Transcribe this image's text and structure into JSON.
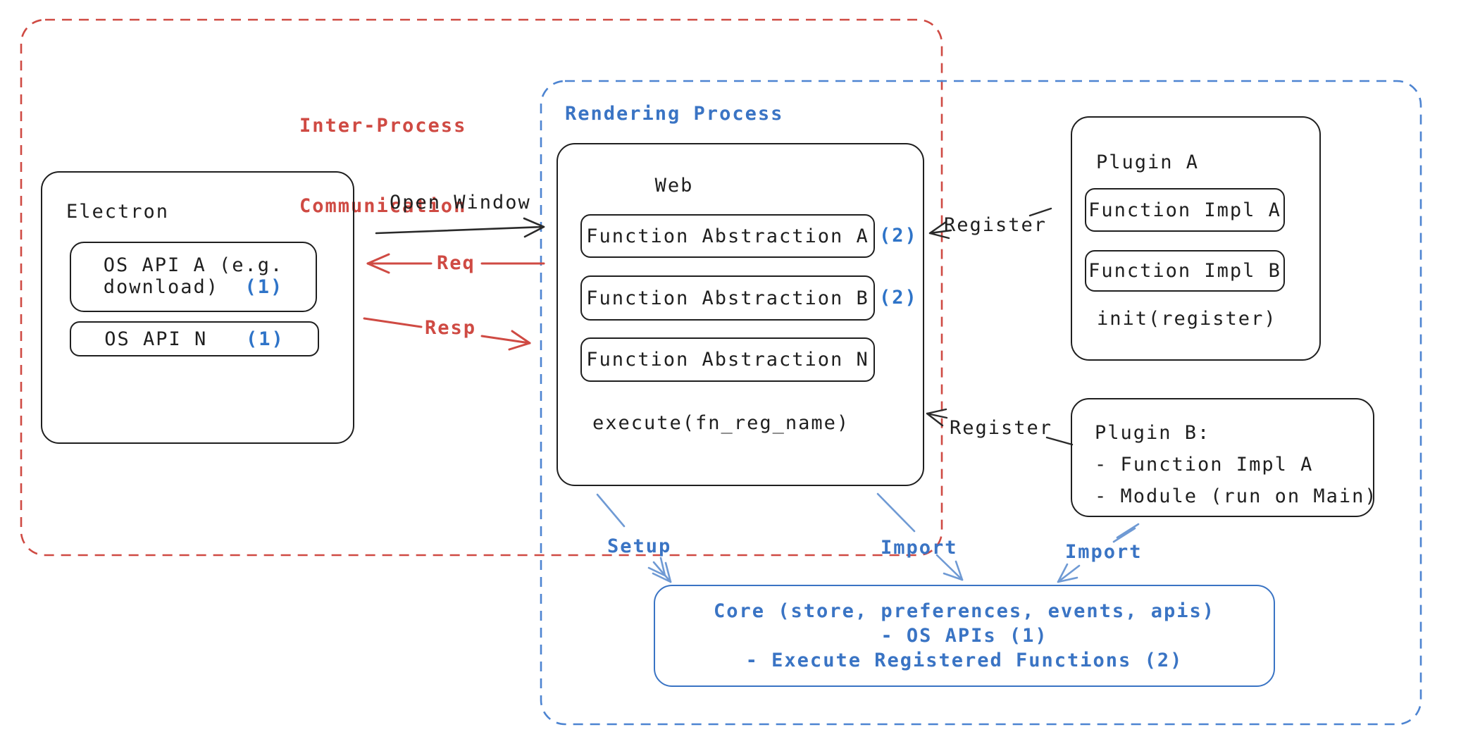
{
  "diagram": {
    "ipc_group": {
      "label_line1": "Inter-Process",
      "label_line2": "Communication"
    },
    "rendering_group": {
      "label": "Rendering Process"
    },
    "electron_box": {
      "title": "Electron",
      "os_api_a": {
        "line1": "OS API A (e.g.",
        "line2": "download)",
        "ref": "(1)"
      },
      "os_api_n": {
        "label": "OS API N",
        "ref": "(1)"
      }
    },
    "web_box": {
      "title": "Web",
      "fn_abstractions": [
        {
          "label": "Function Abstraction A",
          "ref": "(2)"
        },
        {
          "label": "Function Abstraction B",
          "ref": "(2)"
        },
        {
          "label": "Function Abstraction N",
          "ref": ""
        }
      ],
      "execute": "execute(fn_reg_name)"
    },
    "plugin_a_box": {
      "title": "Plugin A",
      "impl_a": "Function Impl A",
      "impl_b": "Function Impl B",
      "init": "init(register)"
    },
    "plugin_b_box": {
      "title": "Plugin B:",
      "item1": "- Function Impl A",
      "item2": "- Module (run on Main)"
    },
    "core_box": {
      "line1": "Core (store, preferences, events, apis)",
      "line2": "- OS APIs (1)",
      "line3": "- Execute Registered Functions (2)"
    },
    "edges": {
      "open_window": "Open Window",
      "req": "Req",
      "resp": "Resp",
      "register_plugin_a": "Register",
      "register_plugin_b": "Register",
      "setup": "Setup",
      "import_from_web": "Import",
      "import_from_plugin_b": "Import"
    }
  },
  "colors": {
    "red": "#cf4a43",
    "blue": "#3a74c4",
    "arrow_blue": "#6f9ad4",
    "ink": "#1f1f1f",
    "background": "#ffffff"
  }
}
